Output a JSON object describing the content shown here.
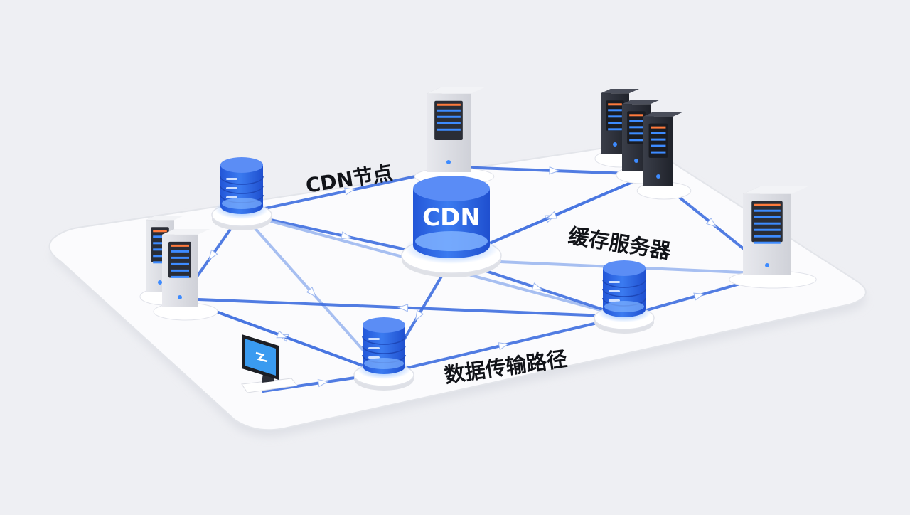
{
  "diagram": {
    "hub_label": "CDN",
    "labels": {
      "cdn_node": "CDN节点",
      "cache_server": "缓存服务器",
      "data_path": "数据传输路径"
    },
    "colors": {
      "background": "#eeeff3",
      "platform": "#fbfbfd",
      "link": "#3f6fe0",
      "link_light": "#9fb9f0",
      "node_blue": "#2f6be6",
      "hub_blue": "#2e64e0",
      "glow": "#7fb2ff",
      "server_light": "#d9dadf",
      "server_dark": "#2a2d36",
      "server_stripe": "#3d8bff",
      "server_accent": "#ff7a3c",
      "text": "#111318"
    }
  }
}
